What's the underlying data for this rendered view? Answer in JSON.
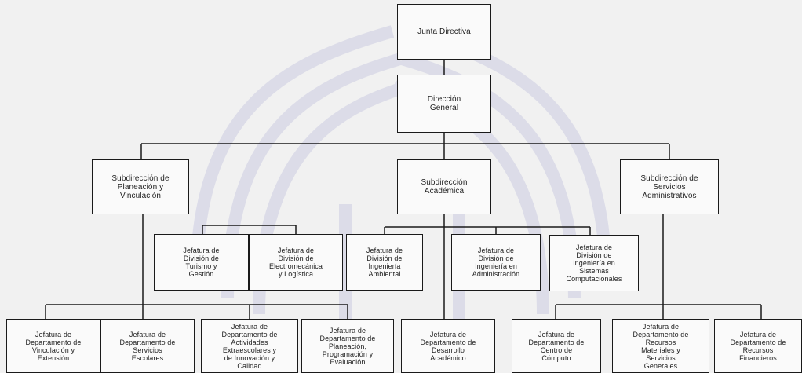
{
  "org_chart": {
    "junta": "Junta Directiva",
    "direccion": "Dirección\nGeneral",
    "subdirecciones": {
      "planeacion": "Subdirección de\nPlaneación y\nVinculación",
      "academica": "Subdirección\nAcadémica",
      "administrativos": "Subdirección de\nServicios\nAdministrativos"
    },
    "divisiones": [
      "Jefatura de\nDivisión de\nTurismo y\nGestión",
      "Jefatura de\nDivisión de\nElectromecánica\ny Logística",
      "Jefatura de\nDivisión de\nIngeniería\nAmbiental",
      "Jefatura de\nDivisión de\nIngeniería en\nAdministración",
      "Jefatura de\nDivisión de\nIngeniería en\nSistemas\nComputacionales"
    ],
    "departamentos": [
      "Jefatura de\nDepartamento de\nVinculación y\nExtensión",
      "Jefatura de\nDepartamento de\nServicios\nEscolares",
      "Jefatura de\nDepartamento de\nActividades\nExtraescolares y\nde Innovación y\nCalidad",
      "Jefatura de\nDepartamento de\nPlaneación,\nProgramación y\nEvaluación",
      "Jefatura de\nDepartamento de\nDesarrollo\nAcadémico",
      "Jefatura de\nDepartamento de\nCentro de\nCómputo",
      "Jefatura de\nDepartamento de\nRecursos\nMateriales y\nServicios\nGenerales",
      "Jefatura de\nDepartamento de\nRecursos\nFinancieros"
    ]
  },
  "colors": {
    "background": "#f1f1f1",
    "box_fill": "#fafafa",
    "line": "#1a1a1a",
    "watermark": "#b9b9d9"
  }
}
